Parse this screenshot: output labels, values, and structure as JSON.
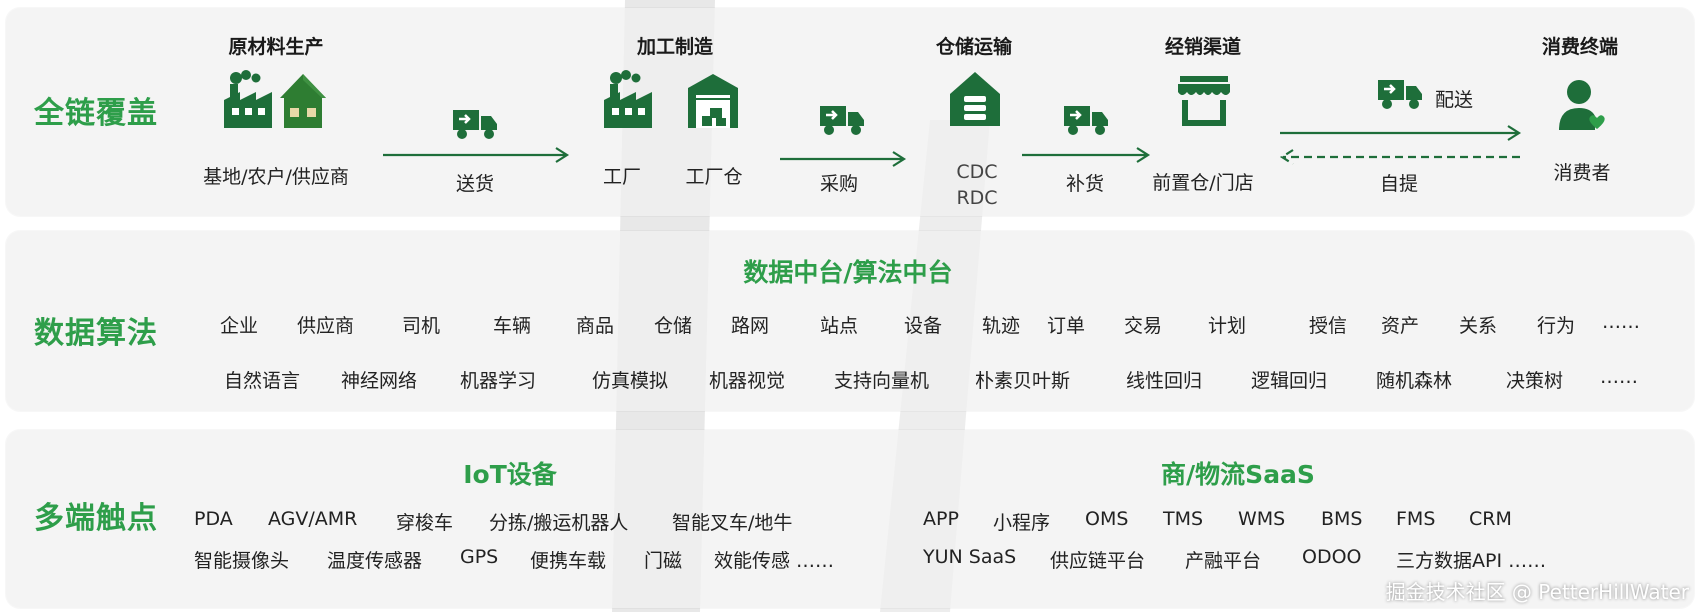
{
  "sections": {
    "coverage": {
      "title": "全链覆盖",
      "stages": [
        {
          "title": "原材料生产",
          "label": "基地/农户/供应商"
        },
        {
          "title": "加工制造",
          "labels": [
            "工厂",
            "工厂仓"
          ]
        },
        {
          "title": "仓储运输",
          "label_lines": [
            "CDC",
            "RDC"
          ]
        },
        {
          "title": "经销渠道",
          "label": "前置仓/门店"
        },
        {
          "title": "消费终端",
          "label": "消费者"
        }
      ],
      "links": [
        "送货",
        "采购",
        "补货"
      ],
      "delivery": "配送",
      "pickup": "自提"
    },
    "data": {
      "title": "数据算法",
      "heading": "数据中台/算法中台",
      "row1": [
        "企业",
        "供应商",
        "司机",
        "车辆",
        "商品",
        "仓储",
        "路网",
        "站点",
        "设备",
        "轨迹",
        "订单",
        "交易",
        "计划",
        "授信",
        "资产",
        "关系",
        "行为",
        "……"
      ],
      "row2": [
        "自然语言",
        "神经网络",
        "机器学习",
        "仿真模拟",
        "机器视觉",
        "支持向量机",
        "朴素贝叶斯",
        "线性回归",
        "逻辑回归",
        "随机森林",
        "决策树",
        "……"
      ]
    },
    "touch": {
      "title": "多端触点",
      "iot": {
        "heading": "IoT设备",
        "row1": [
          "PDA",
          "AGV/AMR",
          "穿梭车",
          "分拣/搬运机器人",
          "智能叉车/地牛"
        ],
        "row2": [
          "智能摄像头",
          "温度传感器",
          "GPS",
          "便携车载",
          "门磁",
          "效能传感 ……"
        ]
      },
      "saas": {
        "heading": "商/物流SaaS",
        "row1": [
          "APP",
          "小程序",
          "OMS",
          "TMS",
          "WMS",
          "BMS",
          "FMS",
          "CRM"
        ],
        "row2": [
          "YUN SaaS",
          "供应链平台",
          "产融平台",
          "ODOO",
          "三方数据API ……"
        ]
      }
    }
  },
  "credit": "掘金技术社区 @ PetterHillWater",
  "colors": {
    "green": "#2e9e4a",
    "dark_green": "#1e6e3a",
    "text": "#222222"
  },
  "icons": [
    "factory-icon",
    "farm-house-icon",
    "warehouse-icon",
    "storage-icon",
    "store-icon",
    "truck-icon",
    "consumer-icon"
  ]
}
